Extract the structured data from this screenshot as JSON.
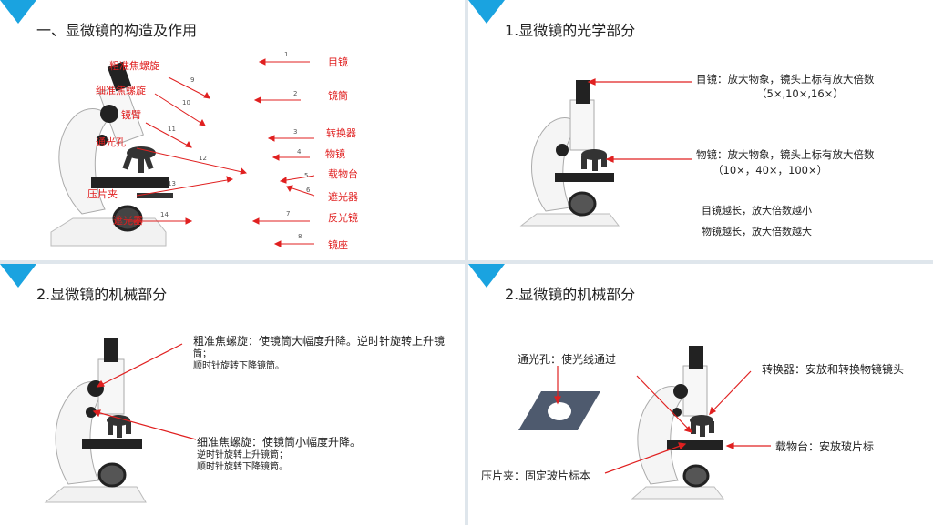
{
  "slide1": {
    "title": "一、显微镜的构造及作用",
    "left_labels": [
      "粗准焦螺旋",
      "细准焦螺旋",
      "镜臂",
      "通光孔",
      "压片夹",
      "遮光器"
    ],
    "right_labels": [
      "目镜",
      "镜筒",
      "转换器",
      "物镜",
      "载物台",
      "遮光器",
      "反光镜",
      "镜座"
    ],
    "numbers": [
      "1",
      "2",
      "3",
      "4",
      "5",
      "6",
      "7",
      "8",
      "9",
      "10",
      "11",
      "12",
      "13",
      "14"
    ]
  },
  "slide2": {
    "title": "1.显微镜的光学部分",
    "eyepiece_line1": "目镜：放大物象，镜头上标有放大倍数",
    "eyepiece_line2": "（5×,10×,16×）",
    "objective_line1": "物镜：放大物象，镜头上标有放大倍数",
    "objective_line2": "（10×，40×，100×）",
    "note1": "目镜越长，放大倍数越小",
    "note2": "物镜越长，放大倍数越大"
  },
  "slide3": {
    "title": "2.显微镜的机械部分",
    "coarse_line1": "粗准焦螺旋：使镜筒大幅度升降。逆时针旋转上升镜",
    "coarse_line2": "筒；",
    "coarse_line3": "顺时针旋转下降镜筒。",
    "fine_line1": "细准焦螺旋：使镜筒小幅度升降。",
    "fine_line2": "逆时针旋转上升镜筒；",
    "fine_line3": "顺时针旋转下降镜筒。"
  },
  "slide4": {
    "title": "2.显微镜的机械部分",
    "aperture": "通光孔：使光线通过",
    "nosepiece": "转换器：安放和转换物镜镜头",
    "stage": "载物台：安放玻片标",
    "clip": "压片夹：固定玻片标本"
  },
  "colors": {
    "accent": "#1aa3e0",
    "arrow": "#e02020",
    "label_red": "#e02020"
  }
}
